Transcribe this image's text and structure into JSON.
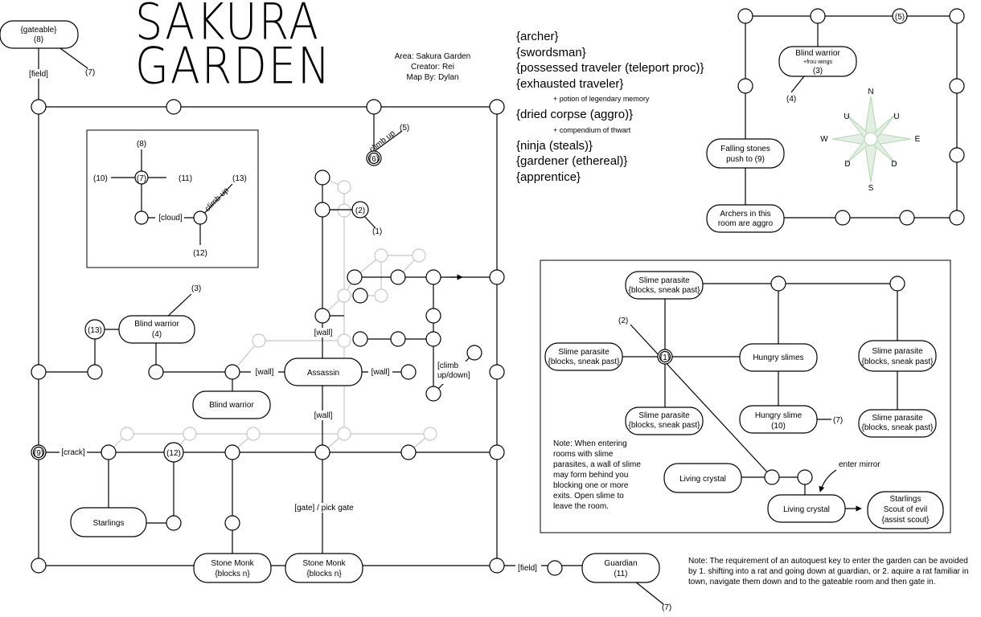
{
  "title": {
    "line1": "SAKURA",
    "line2": "GARDEN"
  },
  "meta": {
    "area": "Area: Sakura Garden",
    "creator": "Creator: Rei",
    "map_by": "Map By: Dylan"
  },
  "mobs": [
    {
      "text": "{archer}"
    },
    {
      "text": "{swordsman}"
    },
    {
      "text": "{possessed traveler (teleport proc)}"
    },
    {
      "text": "{exhausted traveler}",
      "drop": "+ potion of legendary memory"
    },
    {
      "text": "{dried corpse (aggro)}",
      "drop": "+ compendium of thwart"
    },
    {
      "text": "{ninja (steals)}"
    },
    {
      "text": "{gardener (ethereal)}"
    },
    {
      "text": "{apprentice}"
    }
  ],
  "rooms": {
    "gateable": {
      "name": "{gateable}",
      "num": "(8)"
    },
    "blind_warrior_main": {
      "name": "Blind warrior",
      "num": "(4)"
    },
    "blind_warrior_lower": {
      "name": "Blind warrior"
    },
    "assassin": {
      "name": "Assassin"
    },
    "starlings": {
      "name": "Starlings"
    },
    "stone_monk_1": {
      "name": "Stone Monk",
      "sub": "{blocks n}"
    },
    "stone_monk_2": {
      "name": "Stone Monk",
      "sub": "{blocks n}"
    },
    "guardian": {
      "name": "Guardian",
      "num": "(11)"
    },
    "blind_warrior_ne": {
      "name": "Blind warrior",
      "sub": "+frou wings",
      "num": "(3)"
    },
    "falling_stones": {
      "name": "Falling stones",
      "sub": "push to (9)"
    },
    "archers_aggro": {
      "name": "Archers in this",
      "sub": "room are aggro"
    },
    "slime_top": {
      "name": "Slime parasite",
      "sub": "{blocks, sneak past}"
    },
    "slime_left": {
      "name": "Slime parasite",
      "sub": "{blocks, sneak past}"
    },
    "slime_bottom": {
      "name": "Slime parasite",
      "sub": "{blocks, sneak past}"
    },
    "slime_right_top": {
      "name": "Slime parasite",
      "sub": "{blocks, sneak past}"
    },
    "slime_right_bottom": {
      "name": "Slime parasite",
      "sub": "{blocks, sneak past}"
    },
    "hungry_slimes": {
      "name": "Hungry slimes"
    },
    "hungry_slime": {
      "name": "Hungry slime",
      "num": "(10)"
    },
    "living_crystal_1": {
      "name": "Living crystal"
    },
    "living_crystal_2": {
      "name": "Living crystal"
    },
    "starlings_scout": {
      "name": "Starlings",
      "sub": "Scout of evil",
      "sub2": "{assist scout}"
    }
  },
  "numbered_nodes": {
    "n6": "(6)",
    "n2": "(2)",
    "n13": "(13)",
    "n9": "(9)",
    "n12": "(12)",
    "n7": "(7)",
    "n5": "(5)",
    "n1": "(1)"
  },
  "labels": {
    "field_top": "[field]",
    "gateable_exit": "(7)",
    "climb_up": "climb up",
    "climb_up_dest": "(5)",
    "room2_exit": "(1)",
    "blind_warrior_exit": "(3)",
    "wall_1": "[wall]",
    "wall_2": "[wall]",
    "wall_3": "[wall]",
    "wall_4": "[wall]",
    "climb_updown": "[climb up/down]",
    "crack": "[crack]",
    "gate_pick": "[gate] / pick gate",
    "field_bottom": "[field]",
    "guardian_exit": "(7)",
    "inset_up": "(8)",
    "inset_left": "(10)",
    "inset_right": "(11)",
    "inset_cloud": "[cloud]",
    "inset_climb": "climb up",
    "inset_climb_dest": "(13)",
    "inset_down": "(12)",
    "ne_exit": "(4)",
    "slime_exit_2": "(2)",
    "hungry_slime_exit": "(7)",
    "enter_mirror": "enter mirror"
  },
  "compass": {
    "n": "N",
    "s": "S",
    "e": "E",
    "w": "W",
    "nw": "U",
    "ne": "U",
    "sw": "D",
    "se": "D",
    "color": "#cfe6cf"
  },
  "notes": {
    "slime": "Note: When entering rooms with slime parasites, a wall of slime may form behind you blocking one or more exits.  Open slime to leave the room.",
    "autoquest": "Note: The requirement of an autoquest key to enter the garden can be avoided by 1. shifting into a rat and going down at guardian, or 2. aquire a rat familiar in town, navigate them down and to the gateable room and then gate in."
  }
}
